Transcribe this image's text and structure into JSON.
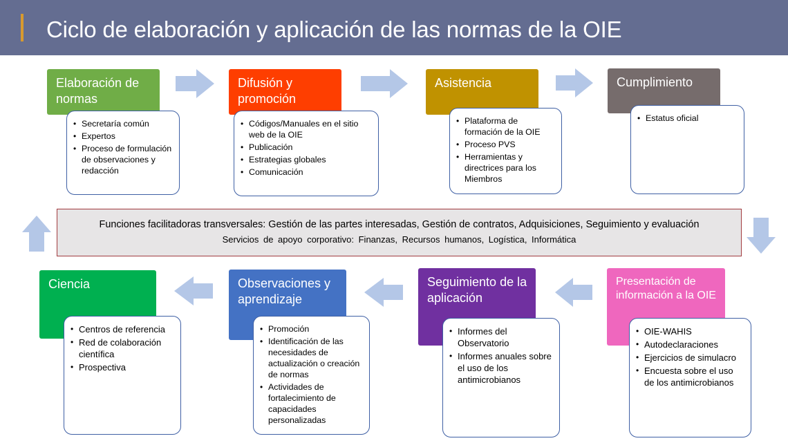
{
  "title": "Ciclo de elaboración y aplicación de las normas de la OIE",
  "colors": {
    "header_bg": "#646d91",
    "arrow": "#b4c7e7",
    "card_border": "#3e5fa4"
  },
  "stages": [
    {
      "id": "elaboracion",
      "title": "Elaboración de normas",
      "color": "#70ad47",
      "items": [
        "Secretaría común",
        "Expertos",
        "Proceso de formulación de observaciones y redacción"
      ]
    },
    {
      "id": "difusion",
      "title": "Difusión y promoción",
      "color": "#fe3e00",
      "items": [
        "Códigos/Manuales en el sitio web de la OIE",
        "Publicación",
        "Estrategias globales",
        "Comunicación"
      ]
    },
    {
      "id": "asistencia",
      "title": "Asistencia",
      "color": "#c09200",
      "items": [
        "Plataforma de formación de la OIE",
        "Proceso PVS",
        "Herramientas y directrices para los Miembros"
      ]
    },
    {
      "id": "cumplimiento",
      "title": "Cumplimiento",
      "color": "#766c6c",
      "items": [
        "Estatus oficial"
      ]
    },
    {
      "id": "presentacion",
      "title": "Presentación de información a la OIE",
      "color": "#ef67be",
      "items": [
        "OIE-WAHIS",
        "Autodeclaraciones",
        "Ejercicios de simulacro",
        "Encuesta sobre el uso de los antimicrobianos"
      ]
    },
    {
      "id": "seguimiento",
      "title": "Seguimiento de la aplicación",
      "color": "#7030a0",
      "items": [
        "Informes del Observatorio",
        "Informes anuales sobre el uso de los antimicrobianos"
      ]
    },
    {
      "id": "observaciones",
      "title": "Observaciones y aprendizaje",
      "color": "#4472c4",
      "items": [
        "Promoción",
        "Identificación de las necesidades de actualización o creación de normas",
        "Actividades de fortalecimiento de capacidades personalizadas"
      ]
    },
    {
      "id": "ciencia",
      "title": "Ciencia",
      "color": "#00b050",
      "items": [
        "Centros de referencia",
        "Red de colaboración científica",
        "Prospectiva"
      ]
    }
  ],
  "center": {
    "line1": "Funciones facilitadoras transversales: Gestión de las partes interesadas, Gestión de contratos, Adquisiciones, Seguimiento y evaluación",
    "line2": "Servicios de apoyo corporativo: Finanzas, Recursos humanos, Logística, Informática"
  }
}
